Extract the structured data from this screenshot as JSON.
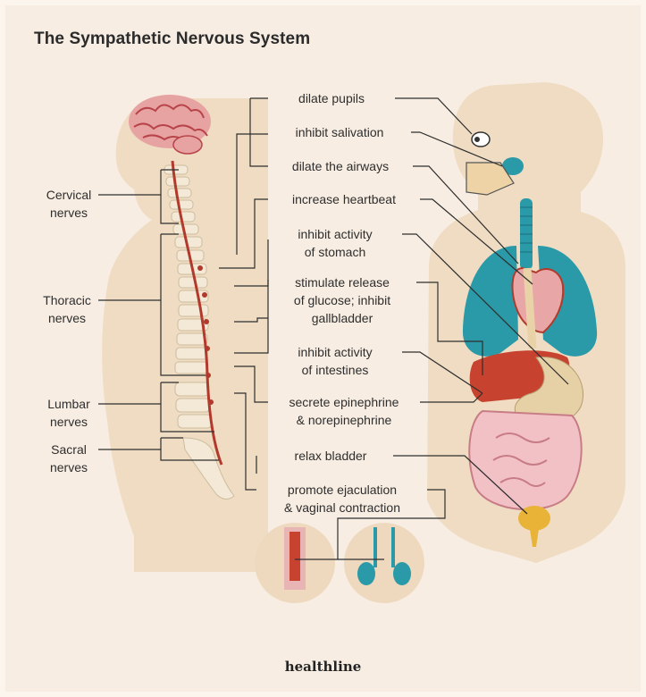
{
  "title": "The Sympathetic Nervous System",
  "nerve_groups": [
    {
      "line1": "Cervical",
      "line2": "nerves"
    },
    {
      "line1": "Thoracic",
      "line2": "nerves"
    },
    {
      "line1": "Lumbar",
      "line2": "nerves"
    },
    {
      "line1": "Sacral",
      "line2": "nerves"
    }
  ],
  "effects": [
    {
      "line1": "dilate pupils",
      "line2": ""
    },
    {
      "line1": "inhibit salivation",
      "line2": ""
    },
    {
      "line1": "dilate the airways",
      "line2": ""
    },
    {
      "line1": "increase heartbeat",
      "line2": ""
    },
    {
      "line1": "inhibit activity",
      "line2": "of stomach"
    },
    {
      "line1": "stimulate release",
      "line2": "of glucose; inhibit",
      "line3": "gallbladder"
    },
    {
      "line1": "inhibit activity",
      "line2": "of intestines"
    },
    {
      "line1": "secrete epinephrine",
      "line2": "& norepinephrine"
    },
    {
      "line1": "relax bladder",
      "line2": ""
    },
    {
      "line1": "promote ejaculation",
      "line2": "& vaginal contraction"
    }
  ],
  "brand": "healthline",
  "colors": {
    "background": "#f7ede2",
    "skin": "#efdcc3",
    "spine": "#f3e9d6",
    "nerve": "#b23a2c",
    "lung": "#2a9aa8",
    "heart": "#e9a6a6",
    "liver": "#c8432f",
    "intestine": "#f2c1c6",
    "bladder": "#e8b337"
  }
}
